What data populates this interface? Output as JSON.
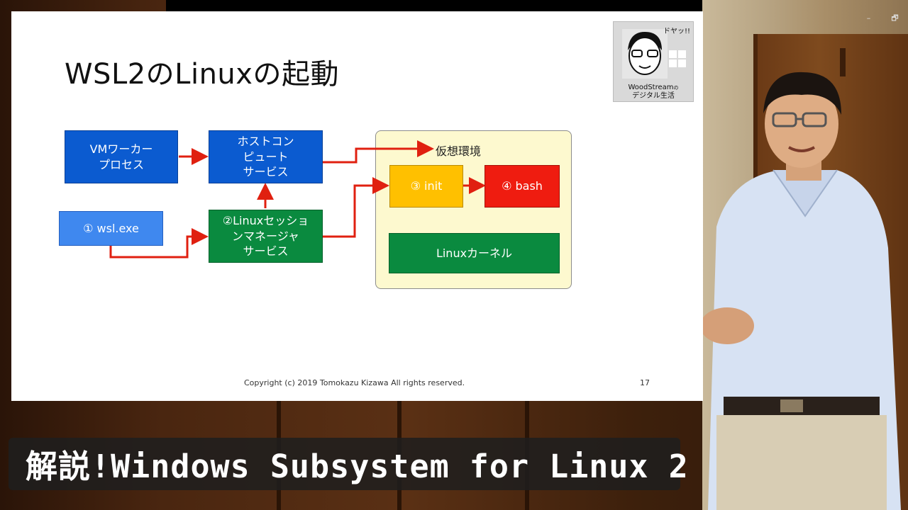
{
  "window_controls": {
    "minimize": "–",
    "restore": "🗗"
  },
  "slide": {
    "title": "WSL2のLinuxの起動",
    "boxes": {
      "vm_worker": "VMワーカー\nプロセス",
      "host_compute": "ホストコン\nピュート\nサービス",
      "wsl_exe": "① wsl.exe",
      "lxss_manager": "②Linuxセッショ\nンマネージャ\nサービス",
      "init": "③ init",
      "bash": "④ bash",
      "kernel": "Linuxカーネル"
    },
    "vm_label": "仮想環境",
    "copyright": "Copyright (c) 2019 Tomokazu Kizawa All rights reserved.",
    "page_number": "17"
  },
  "logo": {
    "exclaim": "ドヤッ!!",
    "brand": "WoodStream",
    "brand_suffix": "の",
    "subtitle": "デジタル生活"
  },
  "caption": "解説!Windows Subsystem for Linux 2",
  "colors": {
    "blue_dark": "#0b5bd0",
    "blue_light": "#3f88ef",
    "green": "#0a8a3f",
    "yellow": "#ffc000",
    "red": "#ef1c10",
    "arrow": "#e02010",
    "vm_bg": "#fdf9cf"
  }
}
